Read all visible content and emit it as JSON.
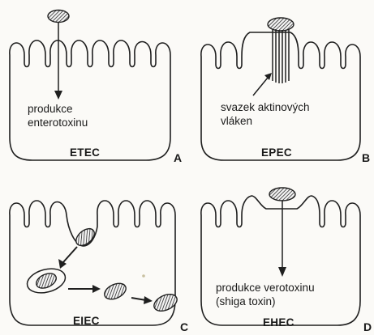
{
  "panels": {
    "A": {
      "strain": "ETEC",
      "letter": "A",
      "caption_line1": "produkce",
      "caption_line2": "enterotoxinu"
    },
    "B": {
      "strain": "EPEC",
      "letter": "B",
      "caption_line1": "svazek aktinových",
      "caption_line2": "vláken"
    },
    "C": {
      "strain": "EIEC",
      "letter": "C"
    },
    "D": {
      "strain": "EHEC",
      "letter": "D",
      "caption_line1": "produkce verotoxinu",
      "caption_line2": "(shiga toxin)"
    }
  }
}
